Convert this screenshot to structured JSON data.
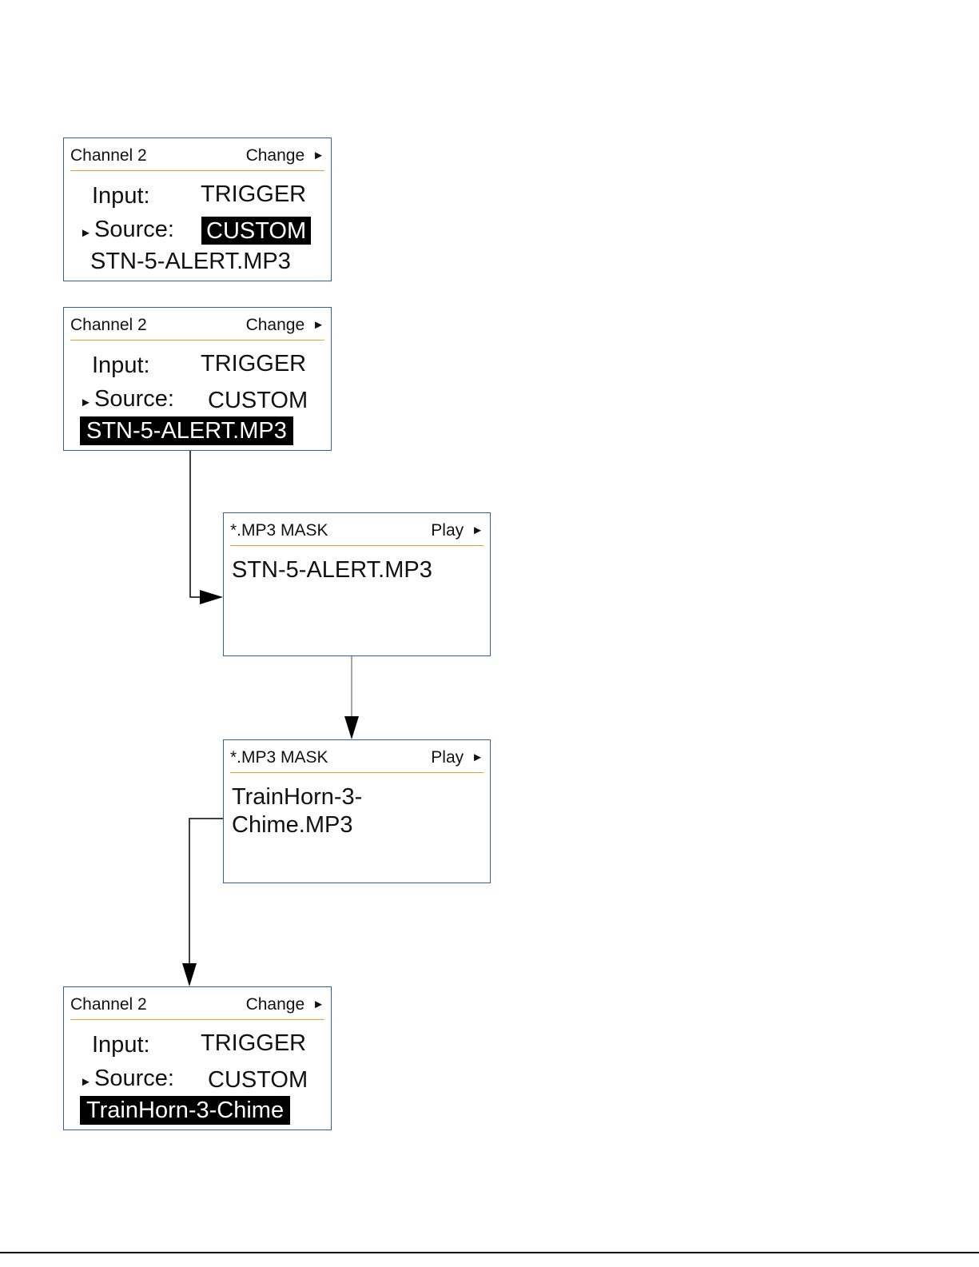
{
  "colors": {
    "frame_border": "#2f5fb0",
    "header_rule": "#f0a030",
    "highlight_bg": "#000000",
    "highlight_text": "#ffffff",
    "connector": "#000000"
  },
  "screens": {
    "channel_1": {
      "title": "Channel 2",
      "action": "Change",
      "action_icon": "play-triangle-icon",
      "input_label": "Input:",
      "input_value": "TRIGGER",
      "source_label": "Source:",
      "source_value": "CUSTOM",
      "file": "STN-5-ALERT.MP3",
      "highlighted": "source_value"
    },
    "channel_2": {
      "title": "Channel 2",
      "action": "Change",
      "action_icon": "play-triangle-icon",
      "input_label": "Input:",
      "input_value": "TRIGGER",
      "source_label": "Source:",
      "source_value": "CUSTOM",
      "file": "STN-5-ALERT.MP3",
      "highlighted": "file"
    },
    "mask_1": {
      "title": "*.MP3 MASK",
      "action": "Play",
      "action_icon": "play-triangle-icon",
      "lines": [
        "STN-5-ALERT.MP3"
      ]
    },
    "mask_2": {
      "title": "*.MP3 MASK",
      "action": "Play",
      "action_icon": "play-triangle-icon",
      "lines": [
        "TrainHorn-3-",
        "Chime.MP3"
      ]
    },
    "channel_3": {
      "title": "Channel 2",
      "action": "Change",
      "action_icon": "play-triangle-icon",
      "input_label": "Input:",
      "input_value": "TRIGGER",
      "source_label": "Source:",
      "source_value": "CUSTOM",
      "file": "TrainHorn-3-Chime",
      "highlighted": "file"
    }
  },
  "glyphs": {
    "action_arrow": "►",
    "row_pointer": "►"
  },
  "connectors": [
    {
      "from": "channel_2",
      "to": "mask_1",
      "icon": "arrow-right-icon"
    },
    {
      "from": "mask_1",
      "to": "mask_2",
      "icon": "arrow-down-icon"
    },
    {
      "from": "mask_2",
      "to": "channel_3",
      "icon": "arrow-down-icon"
    }
  ]
}
